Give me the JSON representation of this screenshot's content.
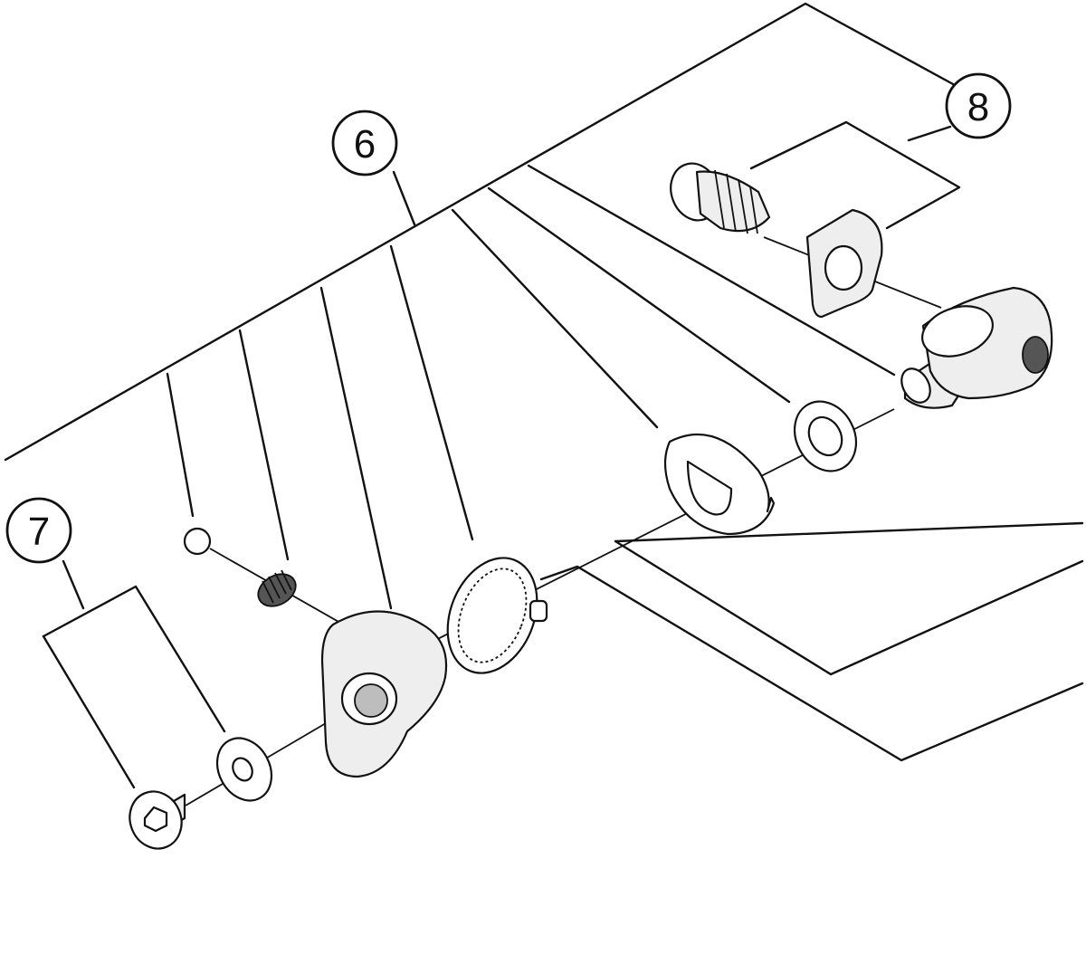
{
  "callouts": {
    "six": "6",
    "seven": "7",
    "eight": "8"
  }
}
